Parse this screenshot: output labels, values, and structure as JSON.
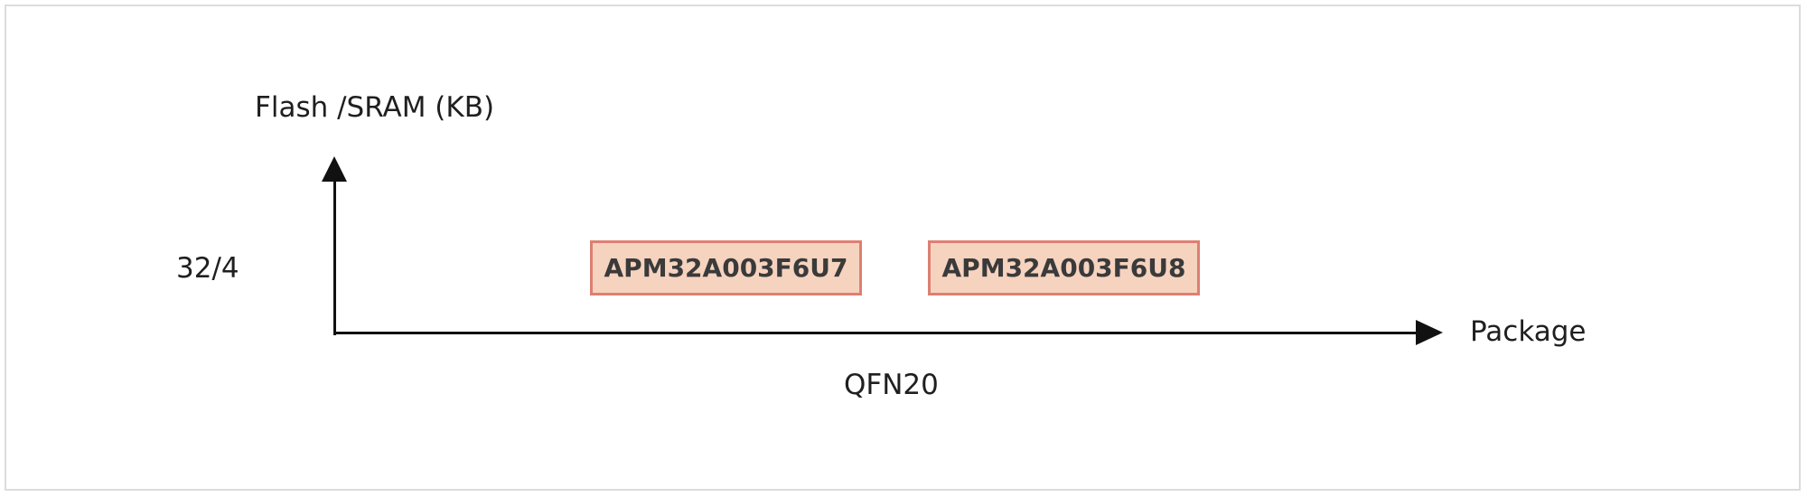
{
  "axes": {
    "y_label": "Flash /SRAM (KB)",
    "y_tick": "32/4",
    "x_label": "Package",
    "x_tick": "QFN20"
  },
  "parts": [
    {
      "name": "APM32A003F6U7"
    },
    {
      "name": "APM32A003F6U8"
    }
  ],
  "colors": {
    "box_fill": "#f6d3bf",
    "box_border": "#dd7f72",
    "axis": "#111111"
  }
}
